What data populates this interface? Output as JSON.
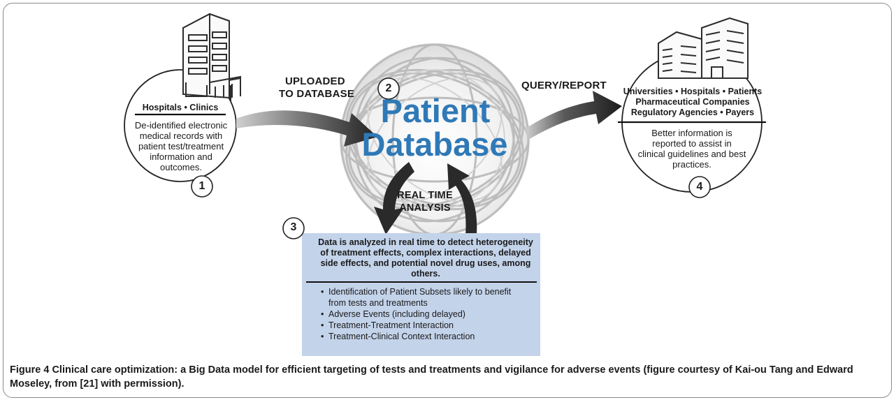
{
  "diagram": {
    "step1": {
      "number": "1",
      "heading": "Hospitals • Clinics",
      "text": "De-identified electronic medical records with patient test/treatment information and outcomes."
    },
    "upload_label_line1": "UPLOADED",
    "upload_label_line2": "TO DATABASE",
    "step2": {
      "number": "2",
      "title_line1": "Patient",
      "title_line2": "Database"
    },
    "query_label": "QUERY/REPORT",
    "step4": {
      "number": "4",
      "heading_line1": "Universities • Hospitals • Patients",
      "heading_line2": "Pharmaceutical Companies",
      "heading_line3": "Regulatory Agencies • Payers",
      "text": "Better information is reported to assist in clinical guidelines and best practices."
    },
    "realtime_line1": "REAL TIME",
    "realtime_line2": "ANALYSIS",
    "step3": {
      "number": "3",
      "heading": "Data is analyzed in real time to detect heterogeneity of treatment effects, complex interactions, delayed side effects, and potential novel drug uses, among others.",
      "bullets": [
        "Identification of Patient Subsets likely to benefit from tests and treatments",
        "Adverse Events (including delayed)",
        "Treatment-Treatment Interaction",
        "Treatment-Clinical Context Interaction"
      ]
    },
    "colors": {
      "hub_title": "#2f79b7",
      "analysis_box": "#c3d3ea",
      "arrows": "#2b2b2b"
    }
  },
  "caption": {
    "label": "Figure 4",
    "text": "Clinical care optimization: a Big Data model for efficient targeting of tests and treatments and vigilance for adverse events (figure courtesy of Kai-ou Tang and Edward Moseley, from [21] with permission)."
  }
}
